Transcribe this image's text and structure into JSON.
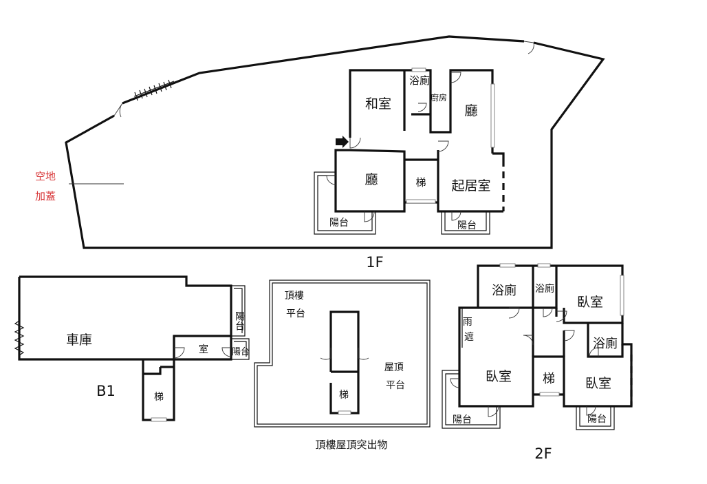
{
  "plan_1f": {
    "level": "1F",
    "rooms": {
      "japanese_room": "和室",
      "bath": "浴廁",
      "kitchen": "廚房",
      "hall_upper": "廳",
      "hall_main": "廳",
      "stair": "梯",
      "living_room": "起居室",
      "balcony_left": "陽台",
      "balcony_right": "陽台"
    },
    "note": {
      "line1": "空地",
      "line2": "加蓋",
      "color": "#d8383a"
    }
  },
  "plan_b1": {
    "level": "B1",
    "rooms": {
      "garage": "車庫",
      "balcony_vertical": "陽台",
      "room": "室",
      "balcony_small": "陽台",
      "stair": "梯"
    }
  },
  "plan_roof": {
    "caption": "頂樓屋頂突出物",
    "rooms": {
      "terrace_left": "頂樓平台",
      "terrace_right": "屋頂平台",
      "stair": "梯"
    }
  },
  "plan_2f": {
    "level": "2F",
    "rooms": {
      "bath_left": "浴廁",
      "bath_mid": "浴廁",
      "bedroom_top": "臥室",
      "canopy": "雨遮",
      "bedroom_main": "臥室",
      "stair": "梯",
      "bath_right": "浴廁",
      "bedroom_right": "臥室",
      "balcony_left": "陽台",
      "balcony_right": "陽台"
    }
  }
}
